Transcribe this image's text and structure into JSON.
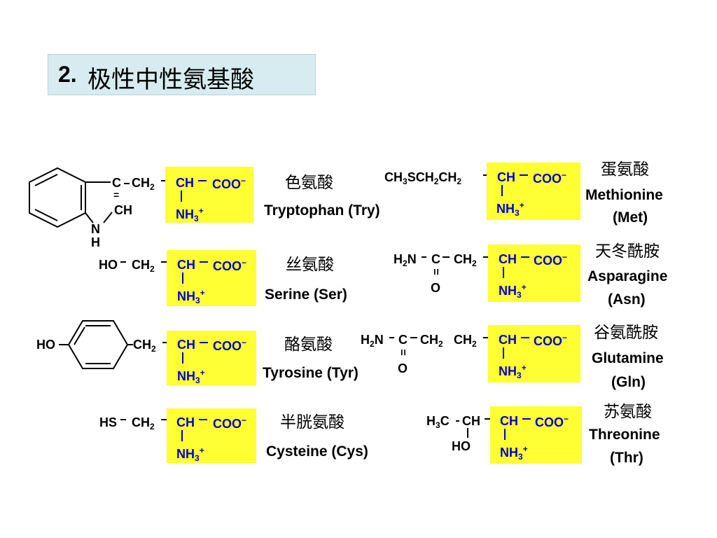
{
  "title": {
    "number": "2.",
    "text": "极性中性氨基酸"
  },
  "common": {
    "ch": "CH",
    "coo": "COO",
    "minus": "−",
    "nh": "NH",
    "n3": "3",
    "plus": "+",
    "n2": "2"
  },
  "groups": {
    "try_c": "C",
    "try_ch": "CH",
    "try_n": "N",
    "try_h": "H",
    "ch2": "CH",
    "ser_ho": "HO",
    "tyr_ho": "HO",
    "cys_hs": "HS",
    "met_prefix": "CH",
    "met_s": "SCH",
    "met_ch2b": "CH",
    "h2n_h": "H",
    "h2n_n": "N",
    "amide_c": "C",
    "amide_o": "O",
    "thr_h3c_h": "H",
    "thr_h3c_c": "C",
    "thr_ch": "CH",
    "thr_ho": "HO"
  },
  "amino_acids": [
    {
      "zh": "色氨酸",
      "en": "Tryptophan (Try)"
    },
    {
      "zh": "丝氨酸",
      "en": "Serine (Ser)"
    },
    {
      "zh": "酪氨酸",
      "en": "Tyrosine (Tyr)"
    },
    {
      "zh": "半胱氨酸",
      "en": "Cysteine (Cys)"
    },
    {
      "zh": "蛋氨酸",
      "en": "Methionine",
      "abbr": "(Met)"
    },
    {
      "zh": "天冬酰胺",
      "en": "Asparagine",
      "abbr": "(Asn)"
    },
    {
      "zh": "谷氨酰胺",
      "en": "Glutamine",
      "abbr": "(Gln)"
    },
    {
      "zh": "苏氨酸",
      "en": "Threonine",
      "abbr": "(Thr)"
    }
  ],
  "colors": {
    "highlight": "#ffff33",
    "alpha_group_text": "#0000cc",
    "title_bg": "#d6ecf0"
  }
}
